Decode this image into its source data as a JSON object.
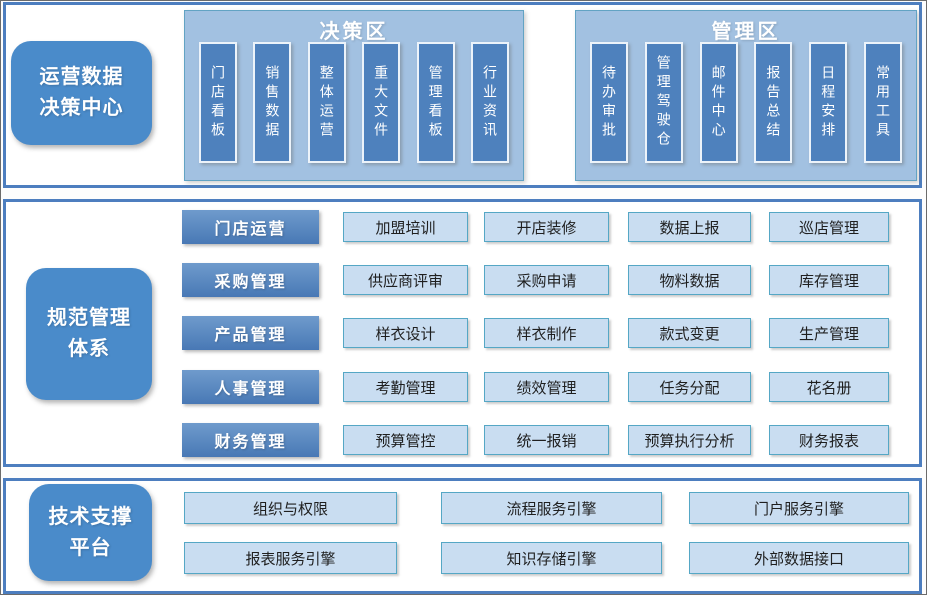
{
  "colors": {
    "section_border": "#4d7ebf",
    "pill_fill": "#4a8bca",
    "panel_fill": "#a2c1e1",
    "panel_border": "#62a3c3",
    "bar_fill": "#4e81bd",
    "header_fill": "#4e81bd",
    "cell_fill": "#c9ddf1",
    "cell_border": "#55a7c5",
    "text_light": "#ffffff",
    "text_dark": "#1f1f1f"
  },
  "sections": {
    "top": {
      "label": [
        "运营数据",
        "决策中心"
      ],
      "panels": [
        {
          "title": "决策区",
          "bars": [
            "门店看板",
            "销售数据",
            "整体运营",
            "重大文件",
            "管理看板",
            "行业资讯"
          ]
        },
        {
          "title": "管理区",
          "bars": [
            "待办审批",
            "管理驾驶仓",
            "邮件中心",
            "报告总结",
            "日程安排",
            "常用工具"
          ]
        }
      ]
    },
    "middle": {
      "label": [
        "规范管理",
        "体系"
      ],
      "rows": [
        {
          "header": "门店运营",
          "cells": [
            "加盟培训",
            "开店装修",
            "数据上报",
            "巡店管理"
          ]
        },
        {
          "header": "采购管理",
          "cells": [
            "供应商评审",
            "采购申请",
            "物料数据",
            "库存管理"
          ]
        },
        {
          "header": "产品管理",
          "cells": [
            "样衣设计",
            "样衣制作",
            "款式变更",
            "生产管理"
          ]
        },
        {
          "header": "人事管理",
          "cells": [
            "考勤管理",
            "绩效管理",
            "任务分配",
            "花名册"
          ]
        },
        {
          "header": "财务管理",
          "cells": [
            "预算管控",
            "统一报销",
            "预算执行分析",
            "财务报表"
          ]
        }
      ]
    },
    "bottom": {
      "label": [
        "技术支撑",
        "平台"
      ],
      "rows": [
        [
          "组织与权限",
          "流程服务引擎",
          "门户服务引擎"
        ],
        [
          "报表服务引擎",
          "知识存储引擎",
          "外部数据接口"
        ]
      ]
    }
  }
}
